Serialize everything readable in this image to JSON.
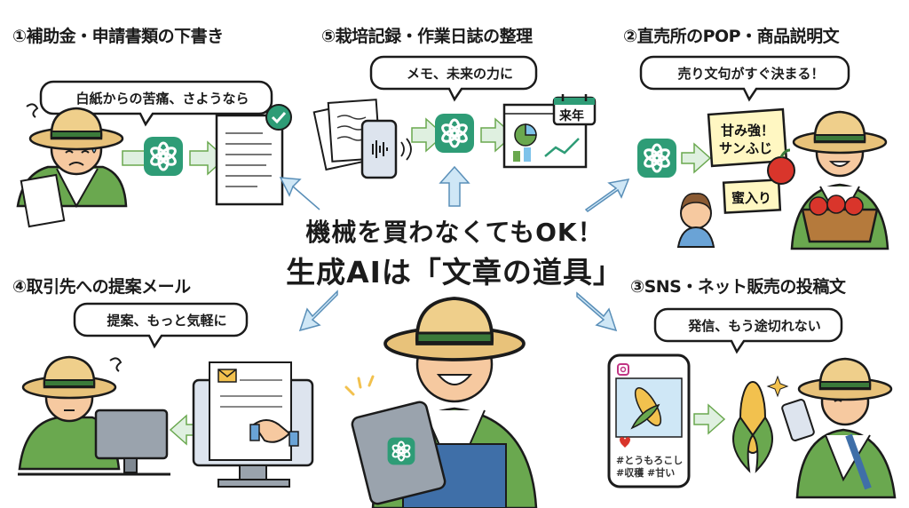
{
  "headings": {
    "h1": "①補助金・申請書類の下書き",
    "h5": "⑤栽培記録・作業日誌の整理",
    "h2": "②直売所のPOP・商品説明文",
    "h4": "④取引先への提案メール",
    "h3": "③SNS・ネット販売の投稿文"
  },
  "bubbles": {
    "b1": "白紙からの苦痛、さようなら",
    "b5": "メモ、未来の力に",
    "b2": "売り文句がすぐ決まる！",
    "b4": "提案、もっと気軽に",
    "b3": "発信、もう途切れない"
  },
  "center": {
    "line1": "機械を買わなくてもOK！",
    "line2": "生成AIは「文章の道具」"
  },
  "notes": {
    "calendar": "来年",
    "pop1_l1": "甘み強！",
    "pop1_l2": "サンふじ",
    "pop2": "蜜入り"
  },
  "sns": {
    "hashtags_l1": "#とうもろこし",
    "hashtags_l2": "#収穫 #甘い"
  },
  "colors": {
    "accent_green": "#2e9c76",
    "arrow_fill": "#dff0e0",
    "arrow_blue": "#cfe7f6",
    "hat": "#e8c27a",
    "shirt": "#6aa84f",
    "apron": "#3f6fa8"
  },
  "icons": [
    "ai-logo-icon",
    "check-icon",
    "microphone-phone-icon",
    "chart-icon",
    "calendar-icon",
    "envelope-icon",
    "handshake-icon",
    "apple-icon",
    "corn-icon",
    "instagram-icon",
    "heart-icon",
    "sparkle-icon"
  ]
}
